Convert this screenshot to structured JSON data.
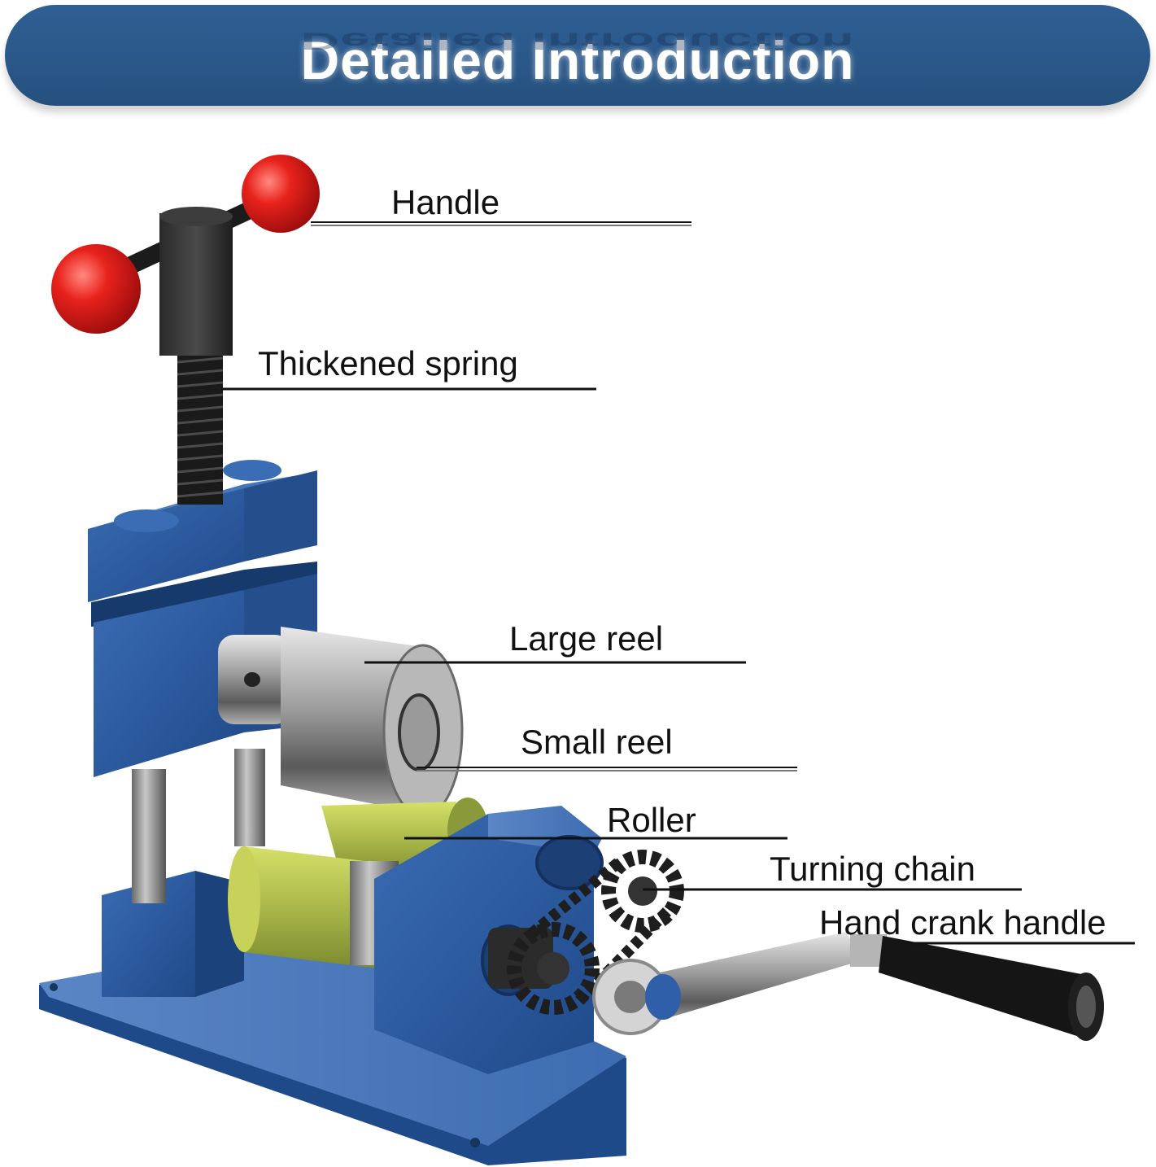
{
  "banner": {
    "title": "Detailed Introduction"
  },
  "labels": {
    "handle": "Handle",
    "spring": "Thickened spring",
    "large_reel": "Large reel",
    "small_reel": "Small reel",
    "roller": "Roller",
    "turning_chain": "Turning chain",
    "crank_handle": "Hand crank handle"
  },
  "colors": {
    "banner": "#2a5788",
    "machine_blue": "#2a5aa0",
    "knob_red": "#e01e1e",
    "roller_green": "#b9c94a"
  }
}
